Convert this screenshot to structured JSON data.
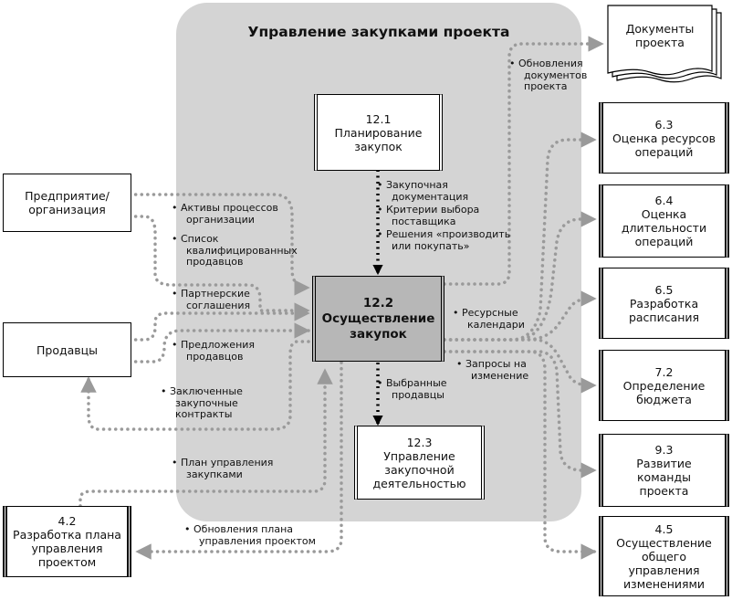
{
  "diagram": {
    "region_title": "Управление закупками проекта",
    "processes": {
      "planning": {
        "number": "12.1",
        "lines": [
          "Планирование",
          "закупок"
        ]
      },
      "conduct": {
        "number": "12.2",
        "lines": [
          "Осуществление",
          "закупок"
        ]
      },
      "admin": {
        "number": "12.3",
        "lines": [
          "Управление",
          "закупочной",
          "деятельностью"
        ]
      }
    },
    "external": {
      "enterprise": {
        "lines": [
          "Предприятие/",
          "организация"
        ]
      },
      "sellers": {
        "lines": [
          "Продавцы"
        ]
      },
      "pm_plan": {
        "number": "4.2",
        "lines": [
          "Разработка плана",
          "управления",
          "проектом"
        ]
      },
      "docs": {
        "lines": [
          "Документы",
          "проекта"
        ]
      },
      "r63": {
        "number": "6.3",
        "lines": [
          "Оценка ресурсов",
          "операций"
        ]
      },
      "r64": {
        "number": "6.4",
        "lines": [
          "Оценка",
          "длительности",
          "операций"
        ]
      },
      "r65": {
        "number": "6.5",
        "lines": [
          "Разработка",
          "расписания"
        ]
      },
      "r72": {
        "number": "7.2",
        "lines": [
          "Определение",
          "бюджета"
        ]
      },
      "r93": {
        "number": "9.3",
        "lines": [
          "Развитие",
          "команды",
          "проекта"
        ]
      },
      "r45": {
        "number": "4.5",
        "lines": [
          "Осуществление",
          "общего",
          "управления",
          "изменениями"
        ]
      }
    },
    "flows": {
      "planning_outputs": [
        [
          "Закупочная",
          "документация"
        ],
        [
          "Критерии выбора",
          "поставщика"
        ],
        [
          "Решения «производить",
          "или покупать»"
        ]
      ],
      "docs_update": [
        "Обновления",
        "документов",
        "проекта"
      ],
      "org_assets": [
        "Активы процессов",
        "организации"
      ],
      "qualified_sellers": [
        "Список",
        "квалифицированных",
        "продавцов"
      ],
      "agreements": [
        "Партнерские",
        "соглашения"
      ],
      "proposals": [
        "Предложения",
        "продавцов"
      ],
      "contracts": [
        "Заключенные",
        "закупочные",
        "контракты"
      ],
      "proc_plan": [
        "План управления",
        "закупками"
      ],
      "pm_update": [
        "Обновления плана",
        "управления проектом"
      ],
      "selected": [
        "Выбранные",
        "продавцы"
      ],
      "calendars": [
        "Ресурсные",
        "календари"
      ],
      "change_requests": [
        "Запросы на",
        "изменение"
      ]
    }
  }
}
